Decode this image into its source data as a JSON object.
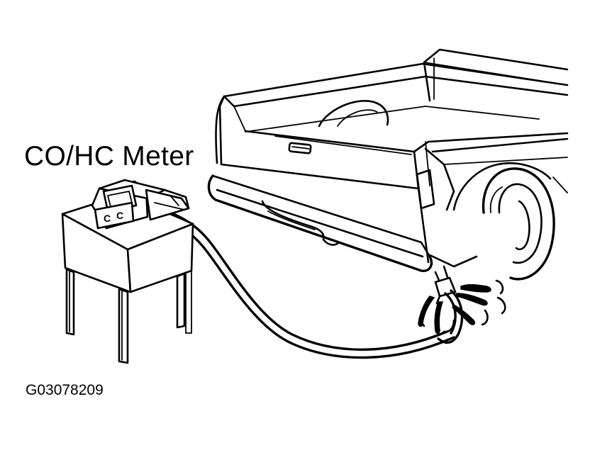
{
  "labels": {
    "meter_label": "CO/HC Meter",
    "figure_code": "G03078209"
  },
  "meter_display": {
    "left_button": "C",
    "right_button": "C"
  },
  "icons": [
    "pickup-truck-rear-illustration",
    "meter-stand-illustration",
    "exhaust-smoke-icon"
  ]
}
